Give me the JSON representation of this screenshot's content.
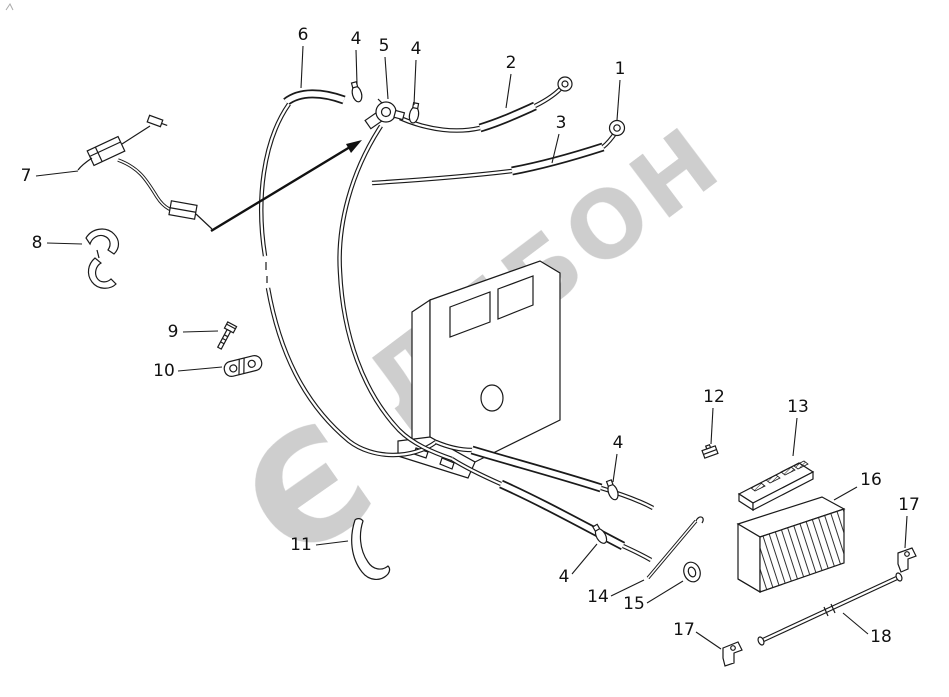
{
  "colors": {
    "background": "#ffffff",
    "line": "#1a1a1a",
    "watermark": "#c6c6c6"
  },
  "watermark": {
    "glyph": "Є",
    "text": "ДИБОН"
  },
  "callouts": [
    {
      "label": "6"
    },
    {
      "label": "4"
    },
    {
      "label": "5"
    },
    {
      "label": "4"
    },
    {
      "label": "2"
    },
    {
      "label": "1"
    },
    {
      "label": "3"
    },
    {
      "label": "7"
    },
    {
      "label": "8"
    },
    {
      "label": "9"
    },
    {
      "label": "10"
    },
    {
      "label": "11"
    },
    {
      "label": "12"
    },
    {
      "label": "13"
    },
    {
      "label": "4"
    },
    {
      "label": "16"
    },
    {
      "label": "17"
    },
    {
      "label": "4"
    },
    {
      "label": "14"
    },
    {
      "label": "15"
    },
    {
      "label": "17"
    },
    {
      "label": "18"
    }
  ]
}
